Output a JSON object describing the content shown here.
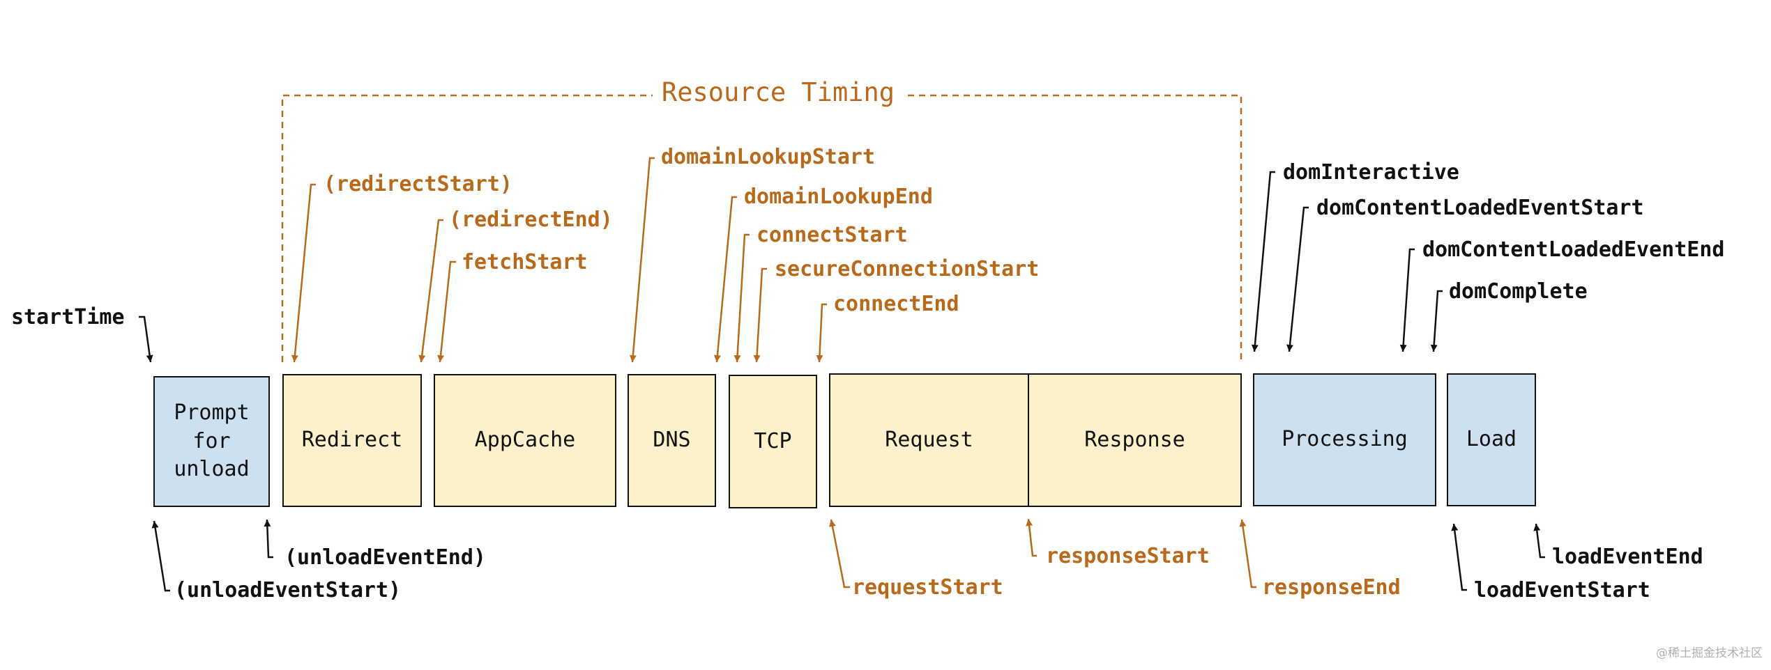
{
  "colors": {
    "brown": "#B8691A",
    "black": "#111111",
    "blue_fill": "#CCE0EF",
    "yellow_fill": "#FDF1CC"
  },
  "title": "Resource Timing",
  "boxes": [
    {
      "id": "prompt",
      "label": "Prompt for unload",
      "lines": [
        "Prompt",
        "for",
        "unload"
      ],
      "fill": "blue"
    },
    {
      "id": "redirect",
      "label": "Redirect",
      "fill": "yellow"
    },
    {
      "id": "appcache",
      "label": "AppCache",
      "fill": "yellow"
    },
    {
      "id": "dns",
      "label": "DNS",
      "fill": "yellow"
    },
    {
      "id": "tcp",
      "label": "TCP",
      "fill": "yellow"
    },
    {
      "id": "request",
      "label": "Request",
      "fill": "yellow"
    },
    {
      "id": "response",
      "label": "Response",
      "fill": "yellow"
    },
    {
      "id": "processing",
      "label": "Processing",
      "fill": "blue"
    },
    {
      "id": "load",
      "label": "Load",
      "fill": "blue"
    }
  ],
  "labels": {
    "startTime": "startTime",
    "unloadEventStart": "(unloadEventStart)",
    "unloadEventEnd": "(unloadEventEnd)",
    "redirectStart": "(redirectStart)",
    "redirectEnd": "(redirectEnd)",
    "fetchStart": "fetchStart",
    "domainLookupStart": "domainLookupStart",
    "domainLookupEnd": "domainLookupEnd",
    "connectStart": "connectStart",
    "secureConnectionStart": "secureConnectionStart",
    "connectEnd": "connectEnd",
    "requestStart": "requestStart",
    "responseStart": "responseStart",
    "responseEnd": "responseEnd",
    "domInteractive": "domInteractive",
    "domContentLoadedEventStart": "domContentLoadedEventStart",
    "domContentLoadedEventEnd": "domContentLoadedEventEnd",
    "domComplete": "domComplete",
    "loadEventStart": "loadEventStart",
    "loadEventEnd": "loadEventEnd"
  },
  "watermark": "@稀土掘金技术社区"
}
